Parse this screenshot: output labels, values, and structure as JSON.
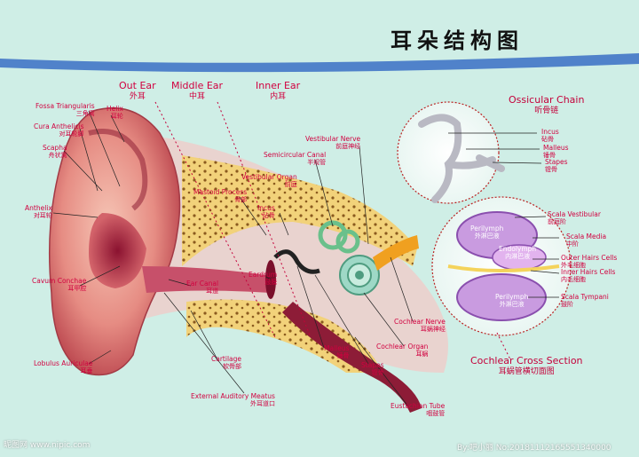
{
  "title": "耳朵结构图",
  "sections": {
    "outer": {
      "en": "Out Ear",
      "cn": "外耳"
    },
    "middle": {
      "en": "Middle Ear",
      "cn": "中耳"
    },
    "inner": {
      "en": "Inner Ear",
      "cn": "内耳"
    }
  },
  "labels": {
    "fossa": {
      "en": "Fossa Triangularis",
      "cn": "三角窝"
    },
    "helix": {
      "en": "Helix",
      "cn": "耳轮"
    },
    "cura": {
      "en": "Cura Anthelicis",
      "cn": "对耳轮脚"
    },
    "scapha": {
      "en": "Scapha",
      "cn": "舟状窝"
    },
    "anthelix": {
      "en": "Anthelix",
      "cn": "对耳轮"
    },
    "cavum": {
      "en": "Cavum Conchae",
      "cn": "耳甲腔"
    },
    "lobulus": {
      "en": "Lobulus Auriculae",
      "cn": "耳垂"
    },
    "mastoid": {
      "en": "Mastoid Process",
      "cn": "骨部"
    },
    "vestorgan": {
      "en": "Vestibular Organ",
      "cn": "前庭"
    },
    "semicanal": {
      "en": "Semicircular Canal",
      "cn": "半规管"
    },
    "vestnerve": {
      "en": "Vestibular Nerve",
      "cn": "前庭神经"
    },
    "incus": {
      "en": "Incus",
      "cn": "砧骨"
    },
    "eardrum": {
      "en": "Eardrum",
      "cn": "鼓膜"
    },
    "earcanal": {
      "en": "Ear Canal",
      "cn": "耳道"
    },
    "cartilage": {
      "en": "Cartilage",
      "cn": "软骨部"
    },
    "extmeatus": {
      "en": "External Auditory Meatus",
      "cn": "外耳道口"
    },
    "malleus": {
      "en": "Malleus",
      "cn": "锤骨"
    },
    "stapes": {
      "en": "Stapes",
      "cn": "镫骨"
    },
    "cochorgan": {
      "en": "Cochlear Organ",
      "cn": "耳蜗"
    },
    "cochnerve": {
      "en": "Cochlear Nerve",
      "cn": "耳蜗神经"
    },
    "eustachian": {
      "en": "Eustachian Tube",
      "cn": "咽鼓管"
    }
  },
  "ossicular": {
    "title": {
      "en": "Ossicular Chain",
      "cn": "听骨链"
    },
    "incus": {
      "en": "Incus",
      "cn": "砧骨"
    },
    "malleus": {
      "en": "Malleus",
      "cn": "锤骨"
    },
    "stapes": {
      "en": "Stapes",
      "cn": "镫骨"
    }
  },
  "cochlear": {
    "title": {
      "en": "Cochlear Cross Section",
      "cn": "耳蜗管横切面图"
    },
    "scala_vest": {
      "en": "Scala Vestibular",
      "cn": "前庭阶"
    },
    "scala_media": {
      "en": "Scala Media",
      "cn": "中阶"
    },
    "outer_hair": {
      "en": "Outer Hairs Cells",
      "cn": "外毛细胞"
    },
    "inner_hair": {
      "en": "Inner Hairs Cells",
      "cn": "内毛细胞"
    },
    "scala_tymp": {
      "en": "Scala Tympani",
      "cn": "鼓阶"
    },
    "perilymph_top": {
      "en": "Perilymph",
      "cn": "外淋巴液"
    },
    "endolymph": {
      "en": "Endolymph",
      "cn": "内淋巴液"
    },
    "perilymph_bot": {
      "en": "Perilymph",
      "cn": "外淋巴液"
    }
  },
  "watermark": {
    "left": "昵图网 www.nipic.com",
    "right": "By:吧小丽 No:20181112165551340000"
  },
  "colors": {
    "background": "#cfeee6",
    "label": "#d1003f",
    "banner": "#3a6fc4"
  }
}
